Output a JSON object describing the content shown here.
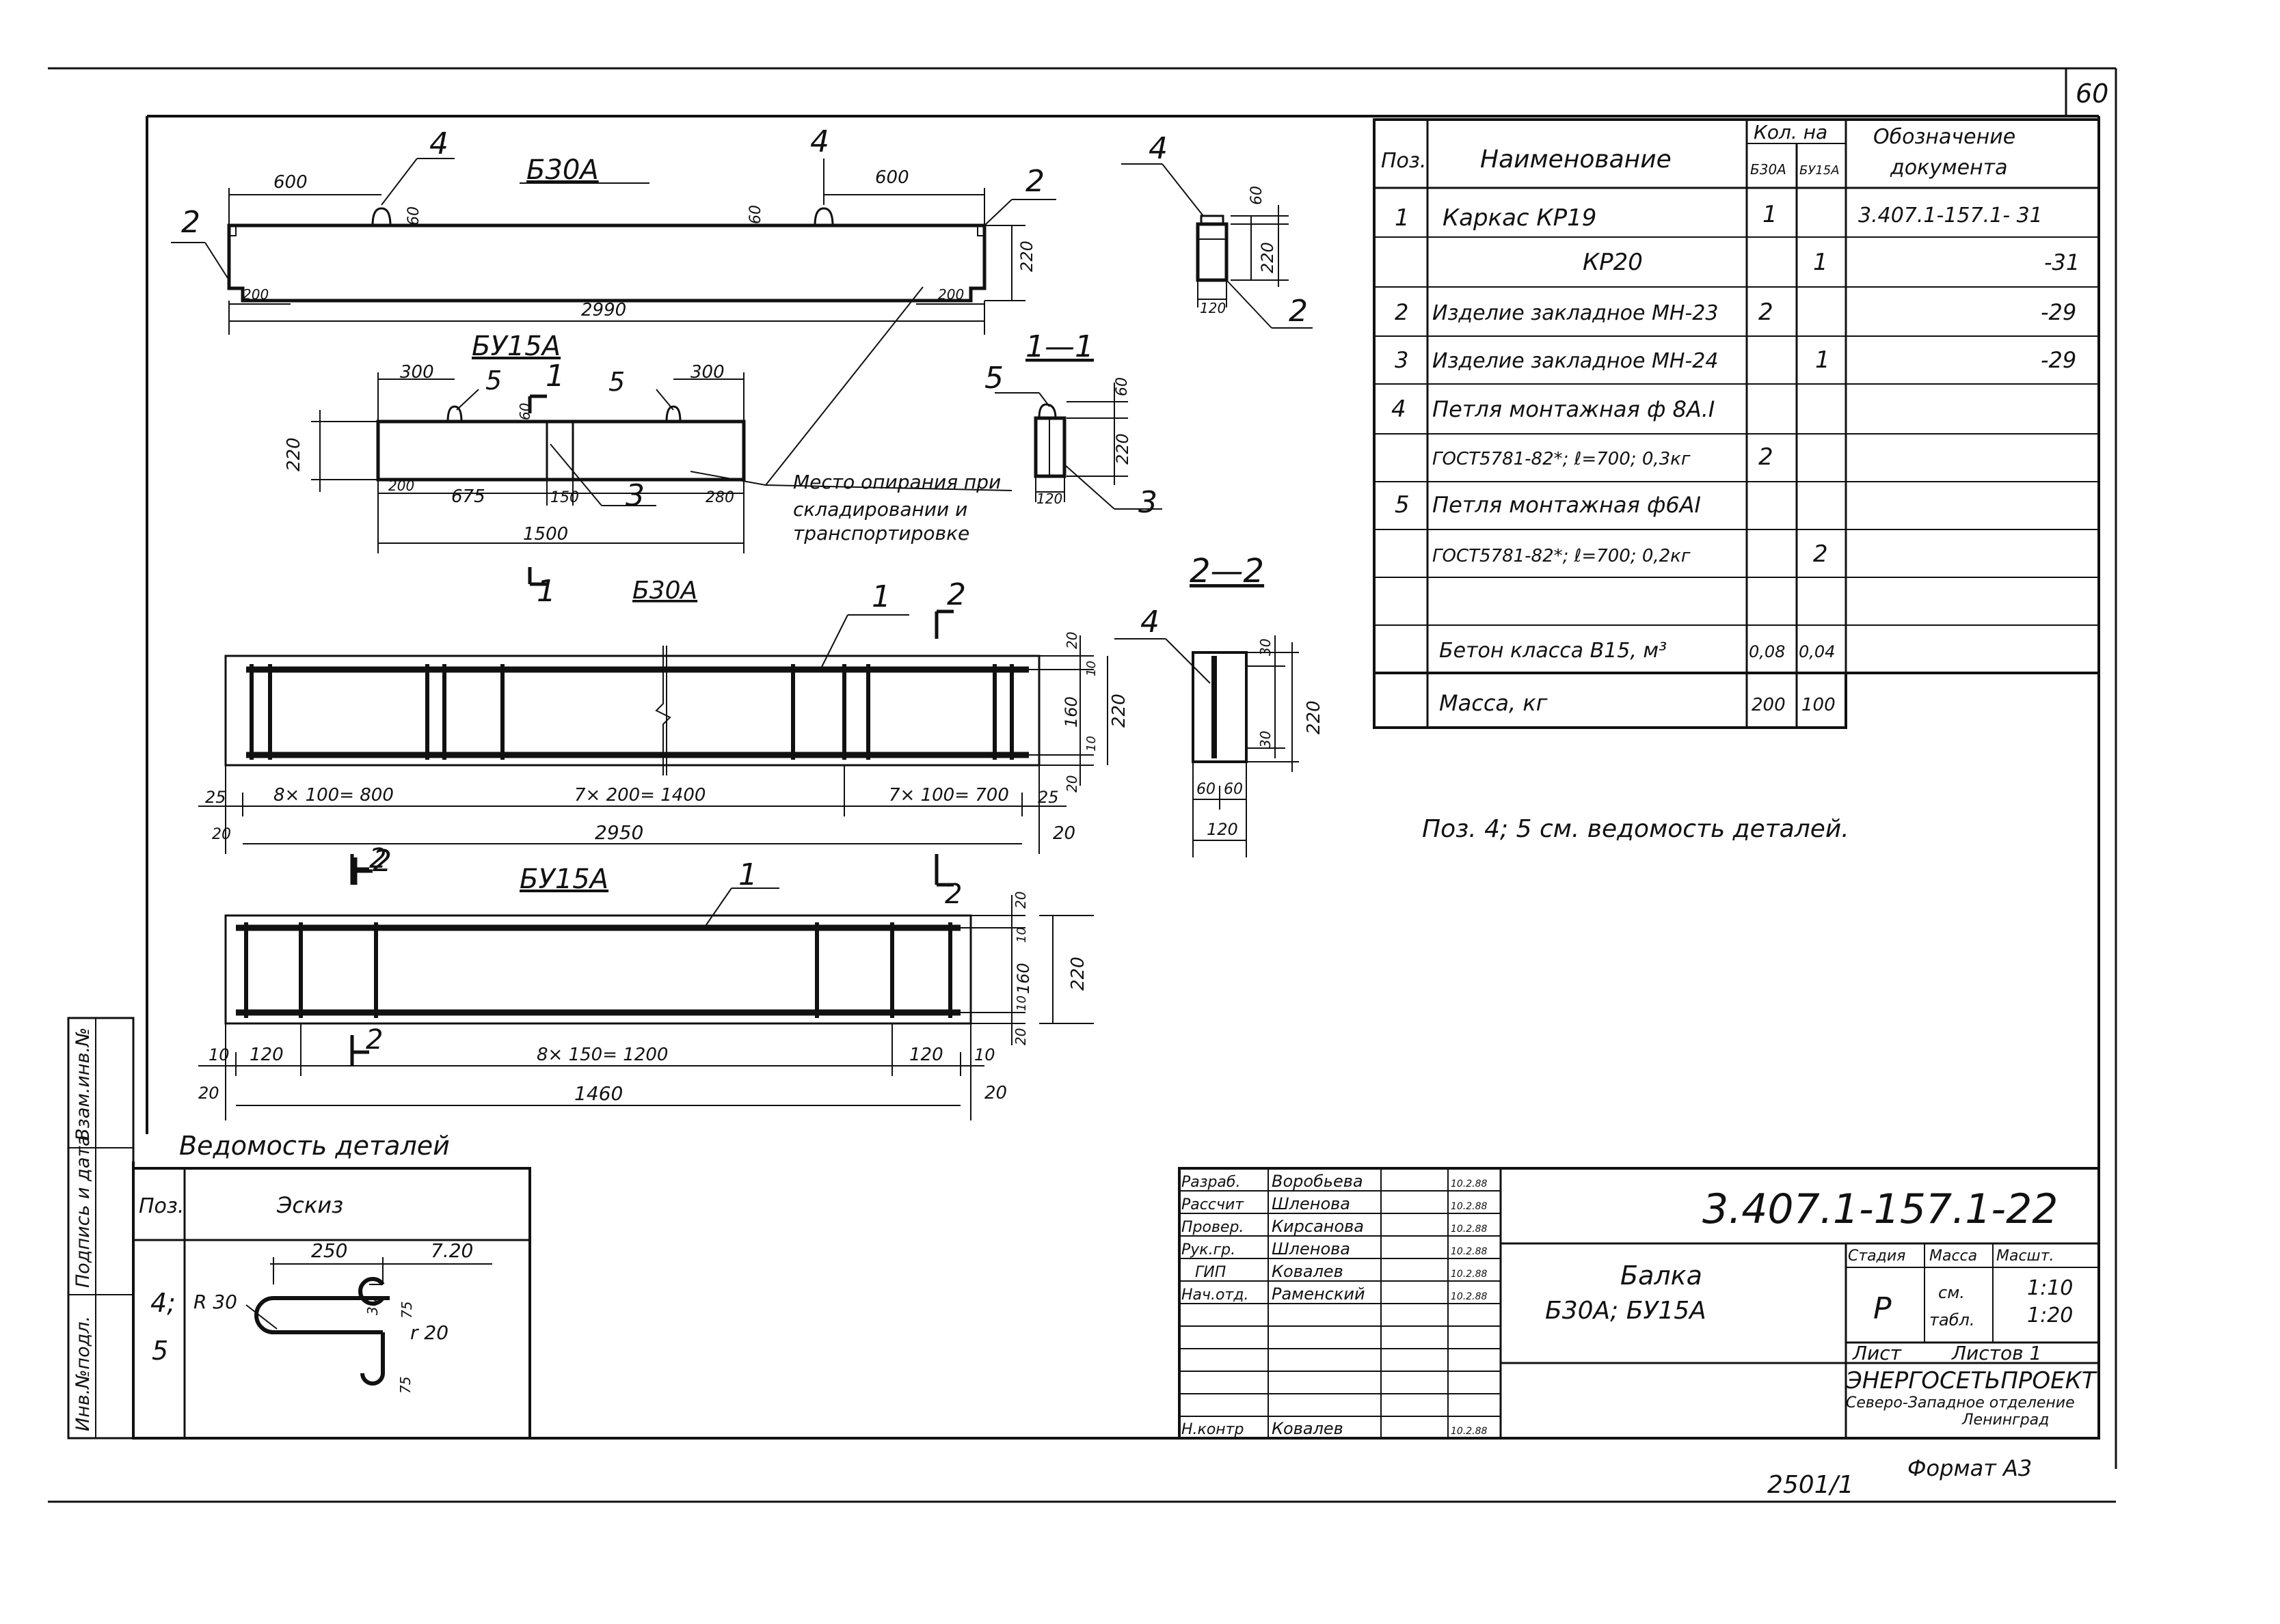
{
  "sheet_number": "60",
  "views": {
    "b30a_top": "Б30А",
    "bu15a_top": "БУ15А",
    "section_1_1": "1—1",
    "b30a_rebar": "Б30А",
    "section_2_2": "2—2",
    "bu15a_rebar": "БУ15А"
  },
  "dims": {
    "b30a": {
      "d600a": "600",
      "d600b": "600",
      "d60a": "60",
      "d60b": "60",
      "d220": "220",
      "d200a": "200",
      "d200b": "200",
      "d2990": "2990"
    },
    "bu15a": {
      "d300a": "300",
      "d300b": "300",
      "d60": "60",
      "d220": "220",
      "d200": "200",
      "d675": "675",
      "d150": "150",
      "d280": "280",
      "d1500": "1500"
    },
    "end_view": {
      "d60": "60",
      "d220": "220",
      "d120": "120"
    },
    "sec11": {
      "d60": "60",
      "d220": "220",
      "d120": "120"
    },
    "b30a_rebar": {
      "d20a": "20",
      "d10a": "10",
      "d160": "160",
      "d220": "220",
      "d10b": "10",
      "d20b": "20",
      "d25a": "25",
      "seg1": "8× 100= 800",
      "seg2": "7× 200= 1400",
      "seg3": "7× 100= 700",
      "d25b": "25",
      "d20c": "20",
      "d2950": "2950",
      "d20d": "20"
    },
    "sec22": {
      "d30a": "30",
      "d220": "220",
      "d30b": "30",
      "d60a": "60",
      "d60b": "60",
      "d120": "120"
    },
    "bu15a_rebar": {
      "d20a": "20",
      "d10a": "10",
      "d160": "160",
      "d220": "220",
      "d10b": "10",
      "d20b": "20",
      "d10c": "10",
      "d120a": "120",
      "seg": "8× 150= 1200",
      "d120b": "120",
      "d10d": "10",
      "d20c": "20",
      "d1460": "1460",
      "d20d": "20"
    }
  },
  "callouts": {
    "b30a_4a": "4",
    "b30a_4b": "4",
    "b30a_2a": "2",
    "b30a_2b": "2",
    "end_4": "4",
    "end_2": "2",
    "bu_5a": "5",
    "bu_5b": "5",
    "bu_1top": "1",
    "bu_1bot": "1",
    "bu_3": "3",
    "s11_5": "5",
    "s11_3": "3",
    "rb_1": "1",
    "rb_2a": "2",
    "rb_2b": "2",
    "s22_4": "4",
    "bu_rb_1": "1",
    "bu_rb_2a": "2",
    "bu_rb_2b": "2",
    "bu_rb_2c": "2"
  },
  "support_note": [
    "Место опирания при",
    "складировании и",
    "транспортировке"
  ],
  "spec_table": {
    "headers": {
      "pos": "Поз.",
      "name": "Наименование",
      "qty": "Кол. на",
      "qty_b30a": "Б30А",
      "qty_bu15a": "БУ15А",
      "doc1": "Обозначение",
      "doc2": "документа"
    },
    "rows": [
      {
        "pos": "1",
        "name": "Каркас  КР19",
        "b30a": "1",
        "bu15a": "",
        "doc": "3.407.1-157.1- 31"
      },
      {
        "pos": "",
        "name": "КР20",
        "b30a": "",
        "bu15a": "1",
        "doc": "-31"
      },
      {
        "pos": "2",
        "name": "Изделие закладное МН-23",
        "b30a": "2",
        "bu15a": "",
        "doc": "-29"
      },
      {
        "pos": "3",
        "name": "Изделие закладное МН-24",
        "b30a": "",
        "bu15a": "1",
        "doc": "-29"
      },
      {
        "pos": "4",
        "name": "Петля монтажная ф 8А.I",
        "b30a": "",
        "bu15a": "",
        "doc": ""
      },
      {
        "pos": "",
        "name": "ГОСТ5781-82*; ℓ=700; 0,3кг",
        "b30a": "2",
        "bu15a": "",
        "doc": ""
      },
      {
        "pos": "5",
        "name": "Петля монтажная ф6АI",
        "b30a": "",
        "bu15a": "",
        "doc": ""
      },
      {
        "pos": "",
        "name": "ГОСТ5781-82*; ℓ=700; 0,2кг",
        "b30a": "",
        "bu15a": "2",
        "doc": ""
      },
      {
        "pos": "",
        "name": "",
        "b30a": "",
        "bu15a": "",
        "doc": ""
      },
      {
        "pos": "",
        "name": "Бетон класса  В15, м³",
        "b30a": "0,08",
        "bu15a": "0,04",
        "doc": ""
      },
      {
        "pos": "",
        "name": "Масса, кг",
        "b30a": "200",
        "bu15a": "100",
        "doc": ""
      }
    ]
  },
  "note": "Поз. 4; 5 см. ведомость деталей.",
  "details": {
    "title": "Ведомость деталей",
    "col_pos": "Поз.",
    "col_sketch": "Эскиз",
    "pos_a": "4;",
    "pos_b": "5",
    "d250": "250",
    "d720": "7.20",
    "r30": "R 30",
    "r20": "r 20",
    "d30": "30",
    "d75a": "75",
    "d75b": "75"
  },
  "left_stamp": [
    "Инв.№подл.",
    "Подпись и дата",
    "Взам.инв.№"
  ],
  "title_block": {
    "signatures": [
      {
        "role": "Разраб.",
        "name": "Воробьева",
        "date": "10.2.88"
      },
      {
        "role": "Рассчит",
        "name": "Шленова",
        "date": "10.2.88"
      },
      {
        "role": "Провер.",
        "name": "Кирсанова",
        "date": "10.2.88"
      },
      {
        "role": "Рук.гр.",
        "name": "Шленова",
        "date": "10.2.88"
      },
      {
        "role": "ГИП",
        "name": "Ковалев",
        "date": "10.2.88"
      },
      {
        "role": "Нач.отд.",
        "name": "Раменский",
        "date": "10.2.88"
      },
      {
        "role": "",
        "name": "",
        "date": ""
      },
      {
        "role": "",
        "name": "",
        "date": ""
      },
      {
        "role": "",
        "name": "",
        "date": ""
      },
      {
        "role": "",
        "name": "",
        "date": ""
      },
      {
        "role": "Н.контр",
        "name": "Ковалев",
        "date": "10.2.88"
      }
    ],
    "code": "3.407.1-157.1-22",
    "title1": "Балка",
    "title2": "Б30А;   БУ15А",
    "stage_label": "Стадия",
    "mass_label": "Масса",
    "scale_label": "Масшт.",
    "stage": "Р",
    "mass1": "см.",
    "mass2": "табл.",
    "scale1": "1:10",
    "scale2": "1:20",
    "sheet_label": "Лист",
    "sheets_label": "Листов 1",
    "org1": "ЭНЕРГОСЕТЬПРОЕКТ",
    "org2": "Северо-Западное отделение",
    "org3": "Ленинград"
  },
  "inventory_number": "2501/1",
  "format": "Формат А3"
}
